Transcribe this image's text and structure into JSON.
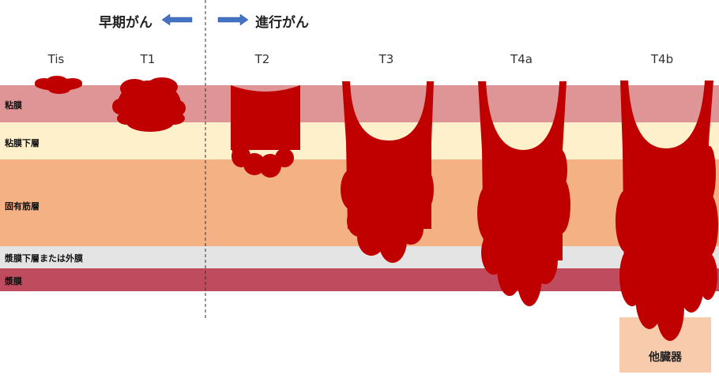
{
  "header": {
    "early_label": "早期がん",
    "advanced_label": "進行がん"
  },
  "stages": [
    "Tis",
    "T1",
    "T2",
    "T3",
    "T4a",
    "T4b"
  ],
  "layers": [
    {
      "label": "粘膜",
      "color": "#DF9496"
    },
    {
      "label": "粘膜下層",
      "color": "#FFF0CC"
    },
    {
      "label": "固有筋層",
      "color": "#F4B183"
    },
    {
      "label": "漿膜下層または外膜",
      "color": "#E4E4E4"
    },
    {
      "label": "漿膜",
      "color": "#BE4B5E"
    }
  ],
  "other_organ_label": "他臓器",
  "colors": {
    "tumor": "#C00000",
    "arrow": "#4472C4",
    "organ": "#F8CBAD"
  }
}
